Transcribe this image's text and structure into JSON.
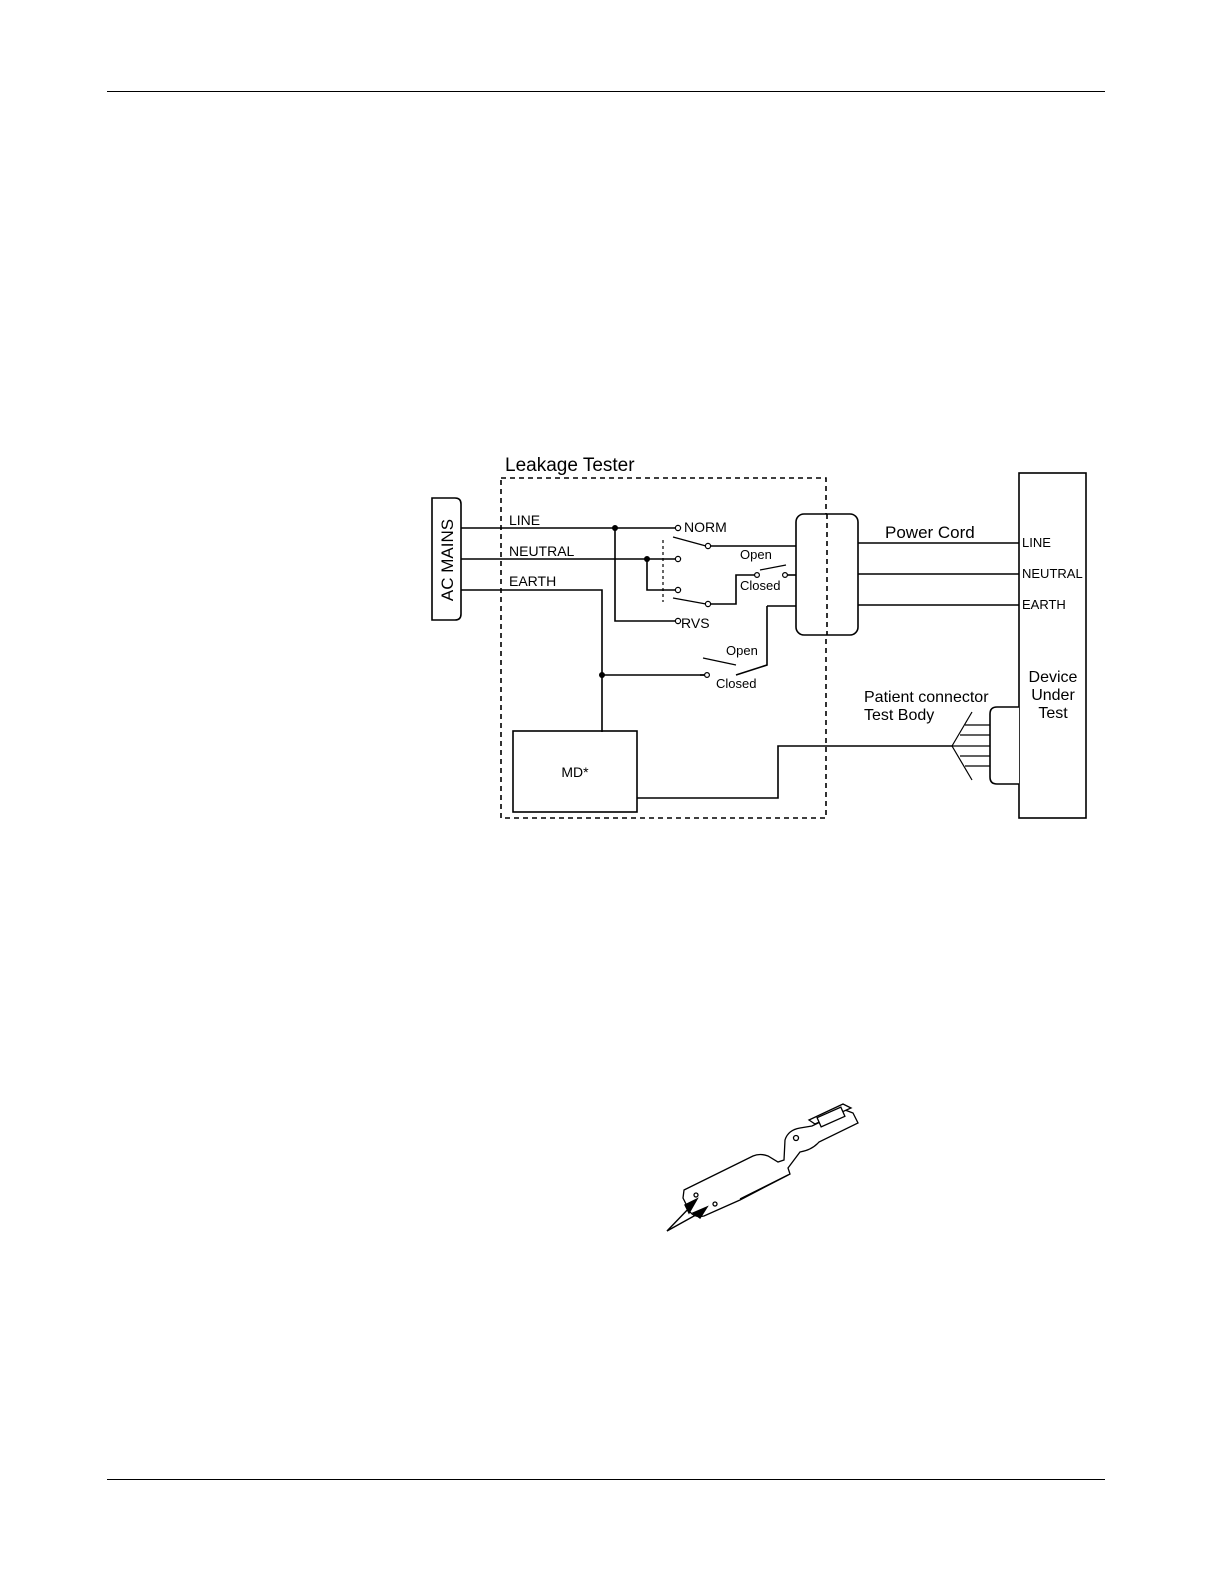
{
  "diagram": {
    "title": "Leakage Tester",
    "ac_mains": "AC MAINS",
    "lines": {
      "line": "LINE",
      "neutral": "NEUTRAL",
      "earth": "EARTH"
    },
    "switch_norm": "NORM",
    "switch_rvs": "RVS",
    "switch_open": "Open",
    "switch_closed": "Closed",
    "power_cord": "Power Cord",
    "dut_lines": {
      "line": "LINE",
      "neutral": "NEUTRAL",
      "earth": "EARTH"
    },
    "dut_label": [
      "Device",
      "Under",
      "Test"
    ],
    "patient_connector": [
      "Patient connector",
      "Test Body"
    ],
    "md_box": "MD*"
  }
}
